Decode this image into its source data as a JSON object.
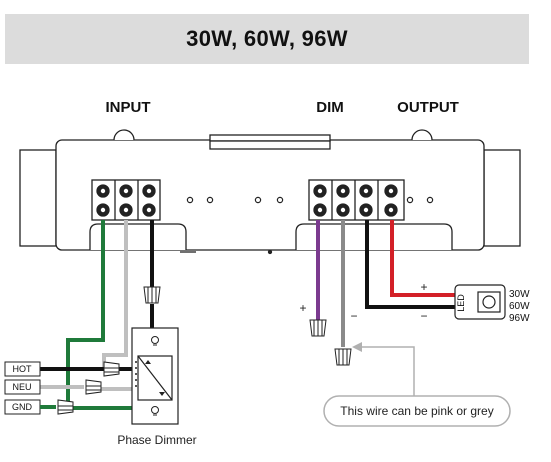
{
  "title": "30W, 60W, 96W",
  "sections": {
    "input": "INPUT",
    "dim": "DIM",
    "output": "OUTPUT"
  },
  "mains": {
    "hot": "HOT",
    "neutral": "NEU",
    "ground": "GND"
  },
  "dimmer_label": "Phase Dimmer",
  "dim_polarity": {
    "plus": "+",
    "minus": "−"
  },
  "out_polarity": {
    "plus": "+",
    "minus": "−"
  },
  "led_label": "LED",
  "ratings": [
    "30W",
    "60W",
    "96W"
  ],
  "note": "This wire can be pink or grey",
  "wire_colors": {
    "ground": "#1f7a3a",
    "neutral": "#bfbfbf",
    "hot": "#111111",
    "dim_plus": "#7b3a8f",
    "dim_minus": "#8a8a8a",
    "out_plus": "#d32027",
    "out_minus": "#111111"
  }
}
